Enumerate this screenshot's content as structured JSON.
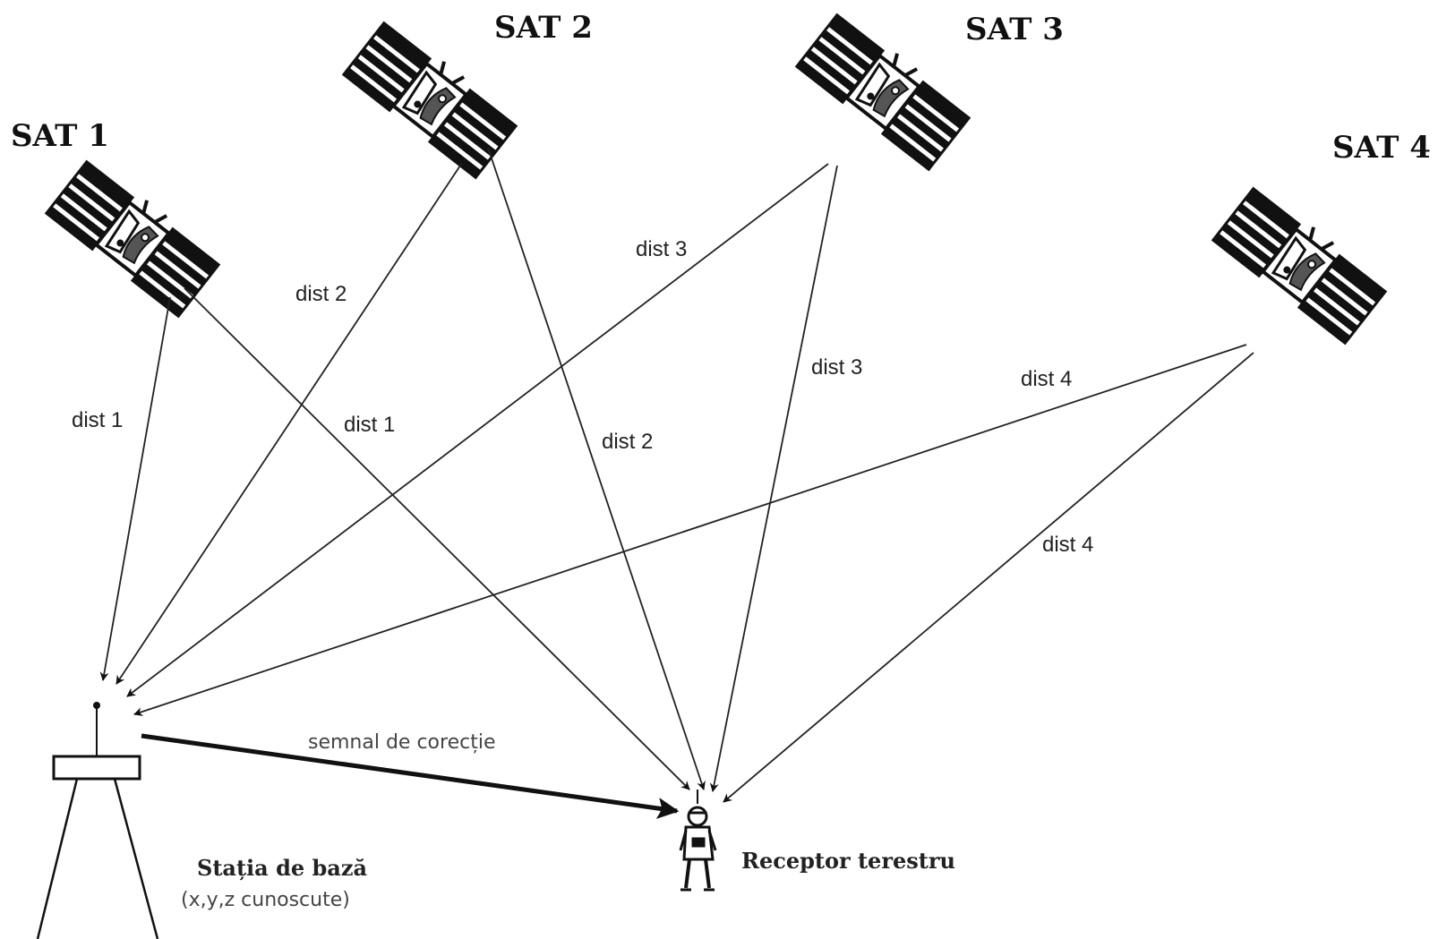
{
  "satellites": [
    {
      "label": "SAT 1"
    },
    {
      "label": "SAT 2"
    },
    {
      "label": "SAT 3"
    },
    {
      "label": "SAT 4"
    }
  ],
  "distances": {
    "sat1_base": "dist 1",
    "sat1_receiver": "dist 1",
    "sat2_base": "dist 2",
    "sat2_receiver": "dist 2",
    "sat3_base": "dist 3",
    "sat3_receiver": "dist 3",
    "sat4_base": "dist 4",
    "sat4_receiver": "dist 4"
  },
  "correction_signal": "semnal de corecție",
  "base_station": {
    "title": "Stația de bază",
    "subtitle": "(x,y,z cunoscute)"
  },
  "receiver": {
    "title": "Receptor terestru"
  },
  "icons": [
    "satellite-icon",
    "base-station-icon",
    "person-receiver-icon"
  ]
}
